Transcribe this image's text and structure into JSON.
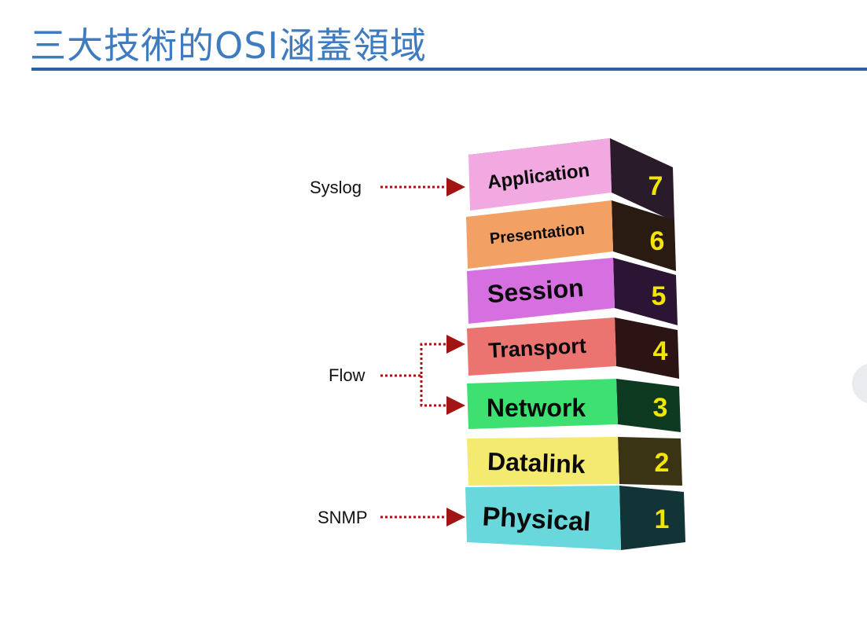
{
  "header": {
    "title": "三大技術的OSI涵蓋領域"
  },
  "protocols": [
    {
      "label": "Syslog"
    },
    {
      "label": "Flow"
    },
    {
      "label": "SNMP"
    }
  ],
  "layers": [
    {
      "number": "7",
      "name": "Application",
      "color": "#f2a9e1"
    },
    {
      "number": "6",
      "name": "Presentation",
      "color": "#f2a064"
    },
    {
      "number": "5",
      "name": "Session",
      "color": "#d66fe0"
    },
    {
      "number": "4",
      "name": "Transport",
      "color": "#ec7470"
    },
    {
      "number": "3",
      "name": "Network",
      "color": "#3fe072"
    },
    {
      "number": "2",
      "name": "Datalink",
      "color": "#f4ea70"
    },
    {
      "number": "1",
      "name": "Physical",
      "color": "#68d8dc"
    }
  ],
  "colors": {
    "arrow": "#a31515",
    "title": "#3f7bbf",
    "rule": "#2e5fa3"
  }
}
